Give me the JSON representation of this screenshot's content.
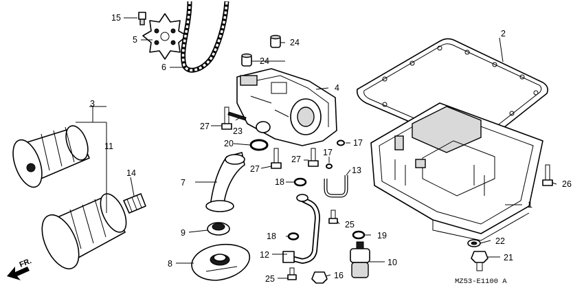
{
  "diagram": {
    "drawing_code": "MZ53-E1100 A",
    "direction_label": "FR.",
    "callouts": {
      "c1": "1",
      "c2": "2",
      "c3": "3",
      "c4": "4",
      "c5": "5",
      "c6": "6",
      "c7": "7",
      "c8": "8",
      "c9": "9",
      "c10": "10",
      "c11": "11",
      "c12": "12",
      "c13": "13",
      "c14": "14",
      "c15": "15",
      "c16": "16",
      "c17a": "17",
      "c17b": "17",
      "c18a": "18",
      "c18b": "18",
      "c19": "19",
      "c20": "20",
      "c21": "21",
      "c22": "22",
      "c23": "23",
      "c24a": "24",
      "c24b": "24",
      "c25a": "25",
      "c25b": "25",
      "c26": "26",
      "c27a": "27",
      "c27b": "27",
      "c27c": "27"
    }
  }
}
